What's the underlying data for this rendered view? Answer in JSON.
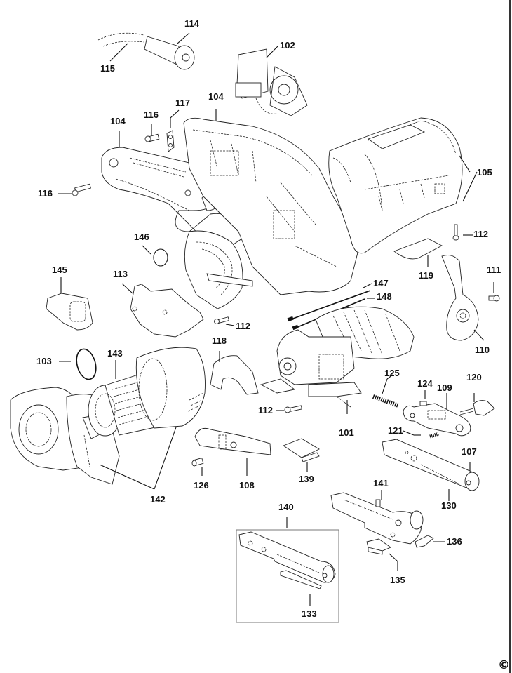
{
  "diagram": {
    "type": "exploded-parts-diagram",
    "copyright_symbol": "©",
    "labels": [
      {
        "id": "114",
        "text": "114"
      },
      {
        "id": "115",
        "text": "115"
      },
      {
        "id": "102",
        "text": "102"
      },
      {
        "id": "104a",
        "text": "104"
      },
      {
        "id": "104b",
        "text": "104"
      },
      {
        "id": "116a",
        "text": "116"
      },
      {
        "id": "117",
        "text": "117"
      },
      {
        "id": "116b",
        "text": "116"
      },
      {
        "id": "105",
        "text": "105"
      },
      {
        "id": "112a",
        "text": "112"
      },
      {
        "id": "146",
        "text": "146"
      },
      {
        "id": "145",
        "text": "145"
      },
      {
        "id": "113",
        "text": "113"
      },
      {
        "id": "119",
        "text": "119"
      },
      {
        "id": "111",
        "text": "111"
      },
      {
        "id": "147",
        "text": "147"
      },
      {
        "id": "148",
        "text": "148"
      },
      {
        "id": "112b",
        "text": "112"
      },
      {
        "id": "110",
        "text": "110"
      },
      {
        "id": "103",
        "text": "103"
      },
      {
        "id": "143",
        "text": "143"
      },
      {
        "id": "118",
        "text": "118"
      },
      {
        "id": "125",
        "text": "125"
      },
      {
        "id": "120",
        "text": "120"
      },
      {
        "id": "124",
        "text": "124"
      },
      {
        "id": "109",
        "text": "109"
      },
      {
        "id": "112c",
        "text": "112"
      },
      {
        "id": "101",
        "text": "101"
      },
      {
        "id": "121",
        "text": "121"
      },
      {
        "id": "107",
        "text": "107"
      },
      {
        "id": "126",
        "text": "126"
      },
      {
        "id": "108",
        "text": "108"
      },
      {
        "id": "139",
        "text": "139"
      },
      {
        "id": "142",
        "text": "142"
      },
      {
        "id": "130",
        "text": "130"
      },
      {
        "id": "141",
        "text": "141"
      },
      {
        "id": "140",
        "text": "140"
      },
      {
        "id": "136",
        "text": "136"
      },
      {
        "id": "135",
        "text": "135"
      },
      {
        "id": "133",
        "text": "133"
      }
    ]
  }
}
